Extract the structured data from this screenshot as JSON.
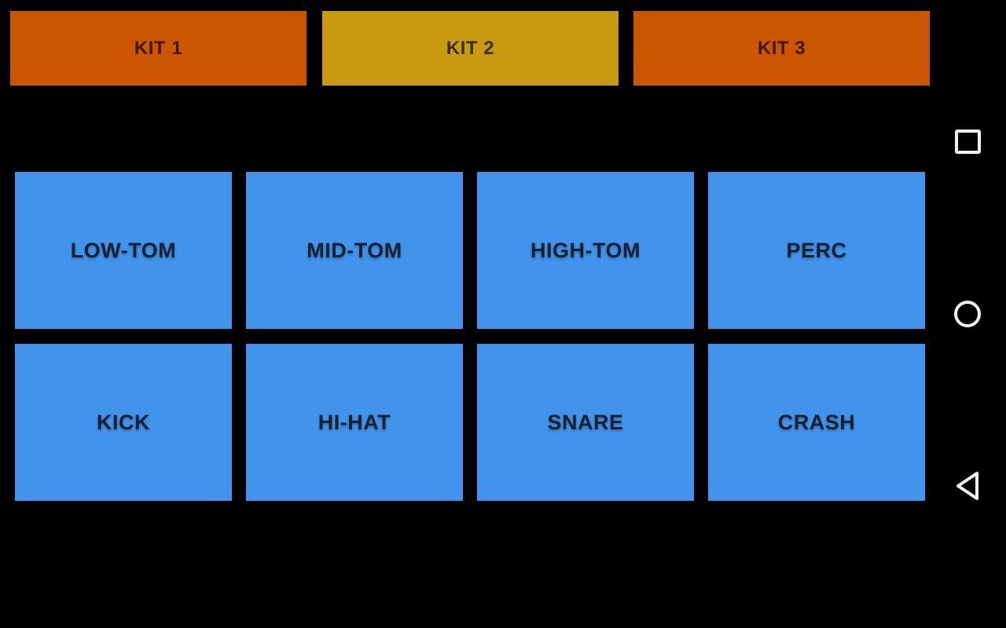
{
  "colors": {
    "background": "#000000",
    "pad": "#4193EC",
    "pad_text": "#16212D",
    "kit_orange": "#CC5500",
    "kit_gold": "#C89A10",
    "kit_text": "rgba(0,0,0,0.70)",
    "nav_icon": "#F1F1F1"
  },
  "kit_selector": {
    "kits": [
      {
        "label": "KIT 1",
        "color": "#CC5500"
      },
      {
        "label": "KIT 2",
        "color": "#C89A10"
      },
      {
        "label": "KIT 3",
        "color": "#CC5500"
      }
    ]
  },
  "pad_grid": {
    "pads": [
      {
        "label": "LOW-TOM"
      },
      {
        "label": "MID-TOM"
      },
      {
        "label": "HIGH-TOM"
      },
      {
        "label": "PERC"
      },
      {
        "label": "KICK"
      },
      {
        "label": "HI-HAT"
      },
      {
        "label": "SNARE"
      },
      {
        "label": "CRASH"
      }
    ]
  },
  "navigation_bar": {
    "icons": [
      {
        "name": "recents-square-icon"
      },
      {
        "name": "home-circle-icon"
      },
      {
        "name": "back-triangle-icon"
      }
    ]
  }
}
